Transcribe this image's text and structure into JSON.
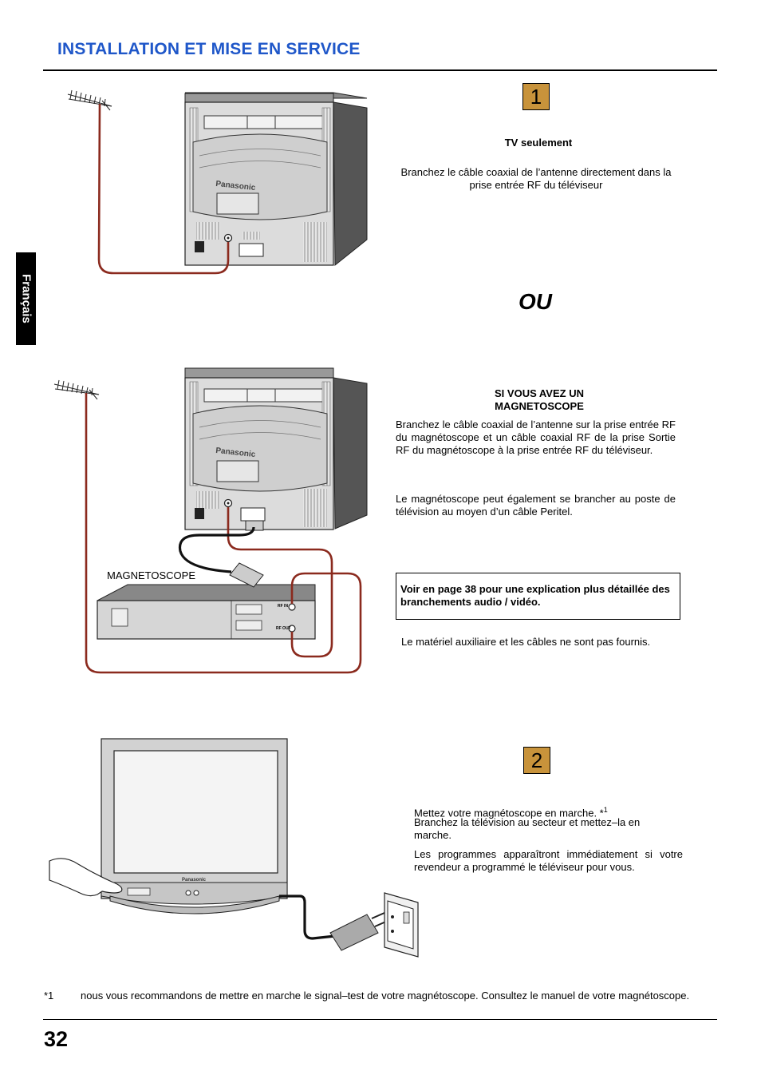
{
  "header": {
    "title": "INSTALLATION ET MISE EN SERVICE"
  },
  "sidebar": {
    "language_tab": "Français"
  },
  "step1": {
    "number": "1",
    "heading": "TV seulement",
    "text": "Branchez le câble coaxial de l’antenne directement dans la prise entrée RF du téléviseur"
  },
  "or_label": "OU",
  "vcr_section": {
    "heading": "SI VOUS AVEZ UN MAGNETOSCOPE",
    "text1": "Branchez le câble coaxial de l’antenne sur la prise entrée RF du magnétoscope et un câble coaxial RF de la prise Sortie RF du magnétoscope à la prise entrée RF du téléviseur.",
    "text2": "Le magnétoscope peut également se brancher au poste de télévision au moyen d’un câble Peritel.",
    "note": "Voir en page 38 pour une explication plus détaillée des branchements audio / vidéo.",
    "disclaimer": "Le matériel auxiliaire et les câbles ne sont pas fournis.",
    "vcr_label": "MAGNETOSCOPE",
    "rf_in_label": "RF IN",
    "rf_out_label": "RF OUT"
  },
  "brand": "Panasonic",
  "step2": {
    "number": "2",
    "line1": "Mettez votre magnétoscope en marche. *",
    "line1_sup": "1",
    "line2": "Branchez la télévision au secteur et mettez–la en marche.",
    "text2": "Les programmes apparaîtront immédiatement si votre revendeur a programmé le téléviseur pour vous."
  },
  "footnote": {
    "marker": "*1",
    "text": "nous vous recommandons de mettre en marche le signal–test de votre magnétoscope. Consultez le manuel de votre magnétoscope."
  },
  "page_number": "32",
  "colors": {
    "title_blue": "#1f57c9",
    "step_box": "#c8933b",
    "cable": "#8b2a1e"
  }
}
